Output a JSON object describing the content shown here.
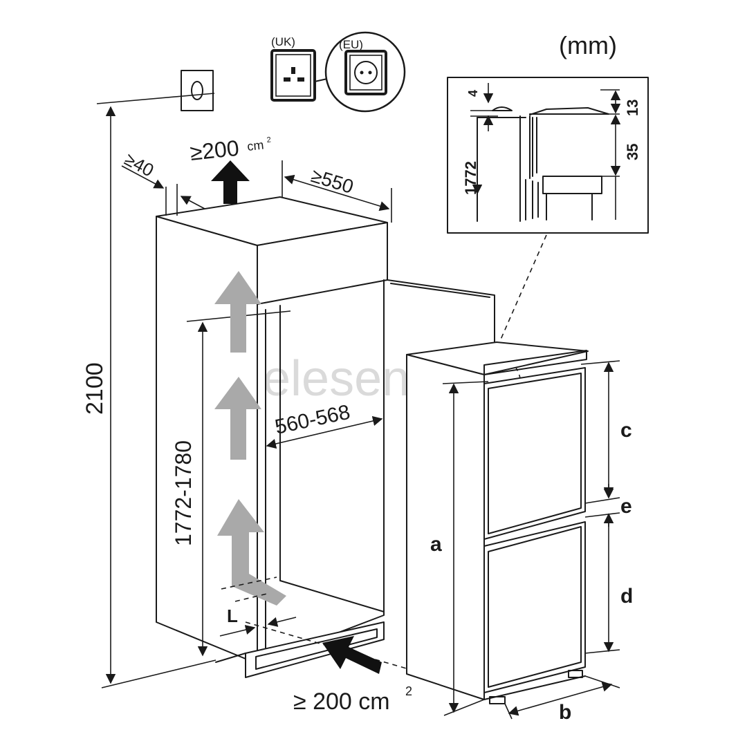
{
  "units": "(mm)",
  "socket_labels": {
    "uk": "(UK)",
    "eu": "(EU)"
  },
  "dimensions": {
    "total_height": "2100",
    "niche_height": "1772-1780",
    "niche_width": "560-568",
    "depth": "≥550",
    "rear_gap": "≥40",
    "top_vent": "≥200",
    "top_vent_unit": "cm",
    "top_vent_exp": "2",
    "bottom_vent": "≥ 200 cm",
    "bottom_vent_exp": "2",
    "plinth_label": "L"
  },
  "detail": {
    "d4": "4",
    "d13": "13",
    "d35": "35",
    "d1772": "1772"
  },
  "appliance_labels": {
    "a": "a",
    "b": "b",
    "c": "c",
    "d": "d",
    "e": "e"
  },
  "watermark": "elesen"
}
